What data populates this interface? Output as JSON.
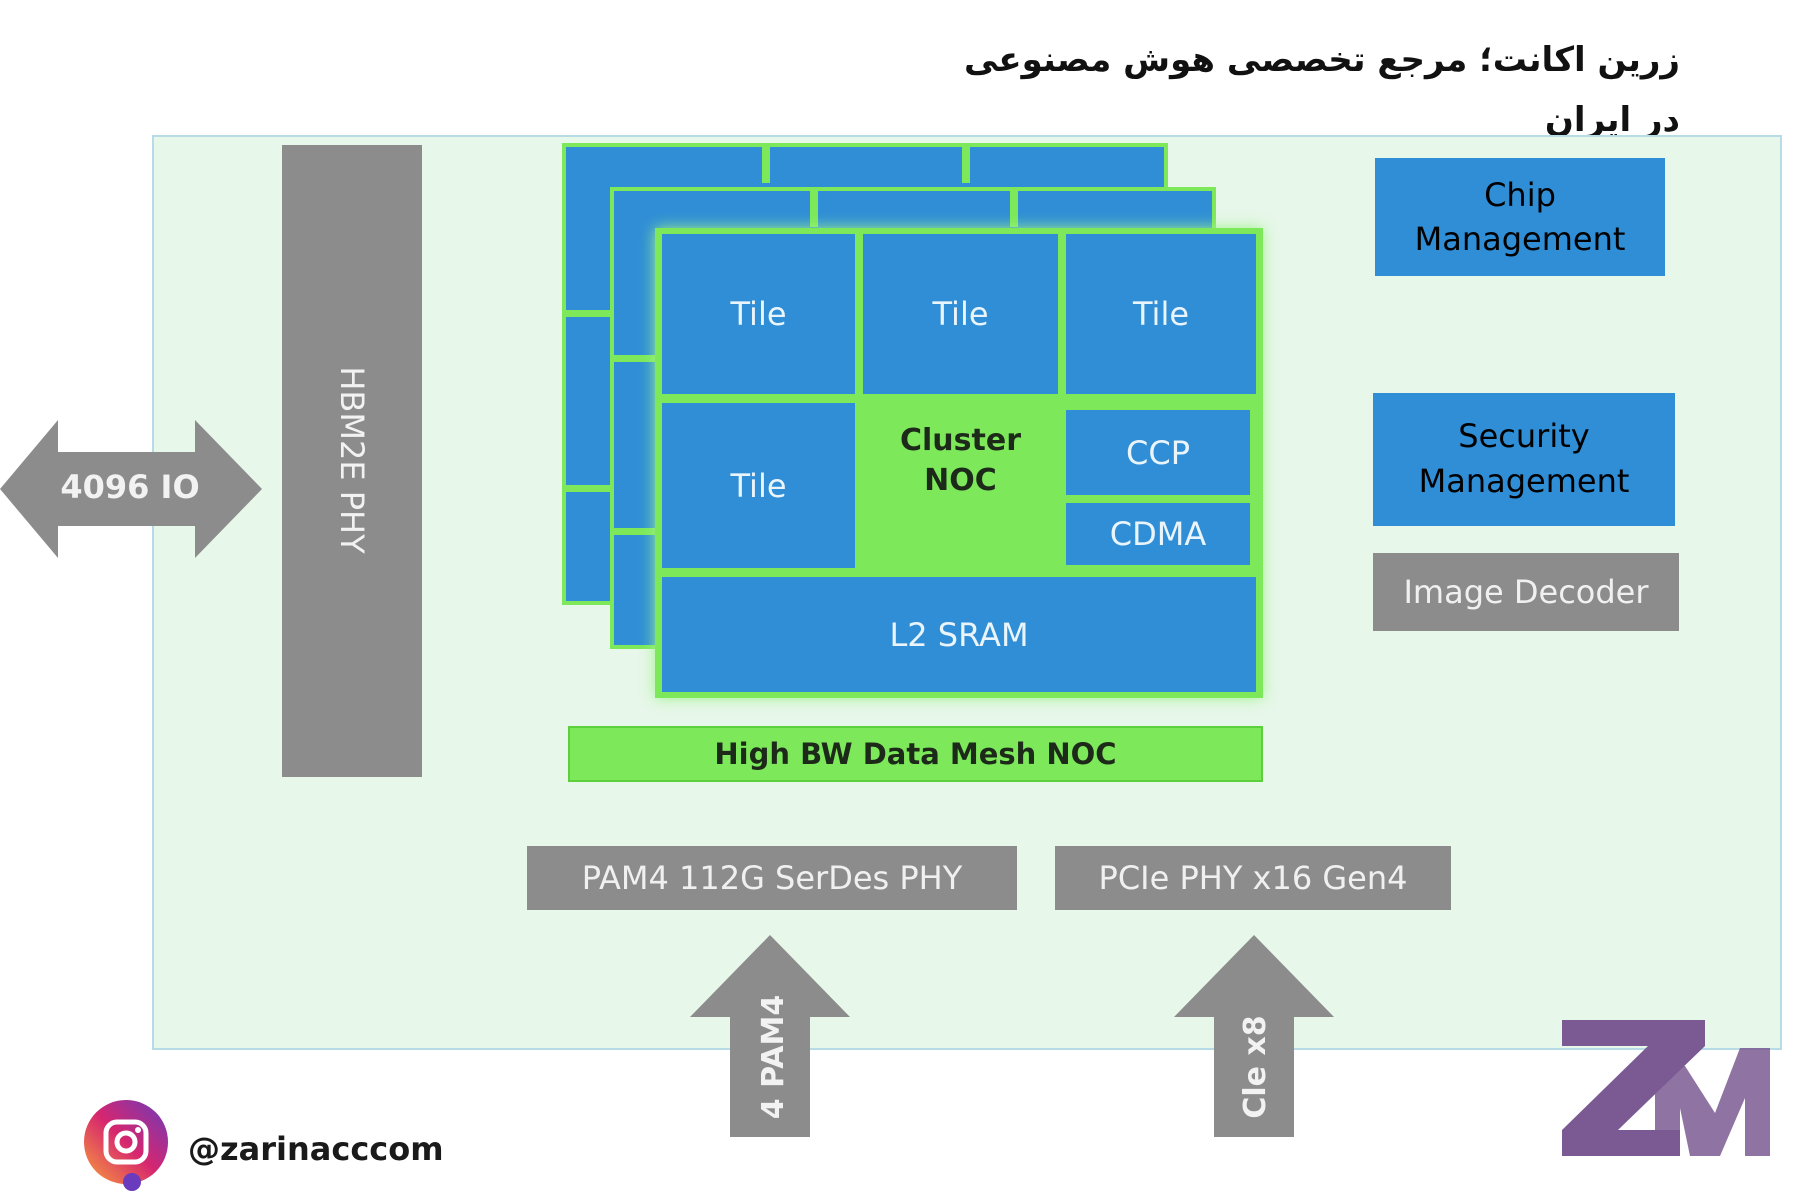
{
  "header": {
    "title": "زرین اکانت؛ مرجع تخصصی هوش مصنوعی در ایران"
  },
  "diagram": {
    "left_arrow_label": "4096 IO",
    "hbm_phy": "HBM2E PHY",
    "tiles": [
      "Tile",
      "Tile",
      "Tile",
      "Tile"
    ],
    "cluster_noc": [
      "Cluster",
      "NOC"
    ],
    "ccp": "CCP",
    "cdma": "CDMA",
    "l2_sram": "L2 SRAM",
    "mesh_noc": "High BW Data Mesh NOC",
    "chip_management": [
      "Chip",
      "Management"
    ],
    "security_management": [
      "Security",
      "Management"
    ],
    "image_decoder": "Image Decoder",
    "serdes_phy": "PAM4 112G SerDes PHY",
    "pcie_phy": "PCIe PHY x16 Gen4",
    "pam4_arrow_label": "4 PAM4",
    "pcie_arrow_label": "Cle x8"
  },
  "colors": {
    "blue": "#2f8ed6",
    "gray": "#8c8c8c",
    "green": "#7ce85a",
    "panel": "#e7f7ea",
    "logo_purple": "#7b5a93"
  },
  "footer": {
    "handle": "@zarinacccom",
    "icon": "instagram-icon"
  },
  "logo": {
    "icon": "zm-logo"
  }
}
